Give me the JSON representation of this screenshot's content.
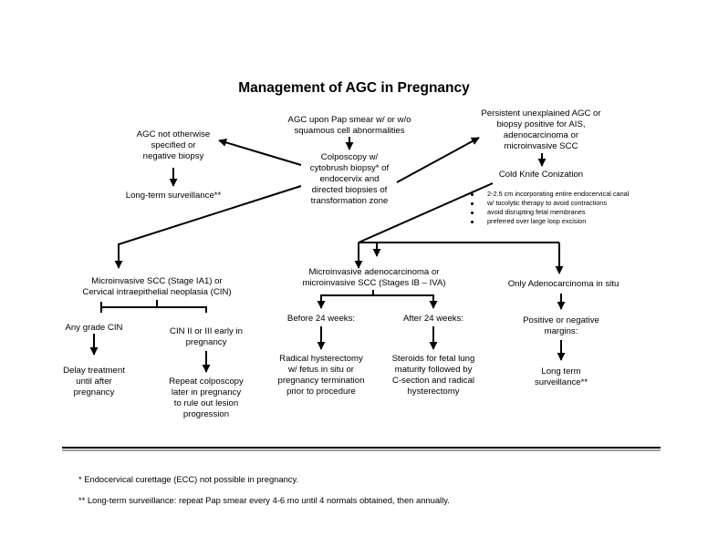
{
  "title": "Management of AGC in Pregnancy",
  "nodes": {
    "agc_pap": "AGC upon Pap smear w/ or w/o\nsquamous cell abnormalities",
    "colposcopy": "Colposcopy w/\ncytobrush biopsy* of\nendocervix and\ndirected biopsies of\ntransformation zone",
    "agc_nos": "AGC not otherwise\nspecified or\nnegative biopsy",
    "surveillance_left": "Long-term surveillance**",
    "persistent": "Persistent unexplained AGC or\nbiopsy positive for AIS,\nadenocarcinoma or\nmicroinvasive SCC",
    "cold_knife": "Cold Knife Conization",
    "microinvasive_scc": "Microinvasive SCC (Stage IA1) or\nCervical intraepithelial neoplasia (CIN)",
    "microinvasive_adeno": "Microinvasive adenocarcinoma or\nmicroinvasive SCC (Stages IB – IVA)",
    "ais_only": "Only Adenocarcinoma in situ",
    "any_cin": "Any grade CIN",
    "cin_2_3": "CIN II or III early in\npregnancy",
    "before_24": "Before 24 weeks:",
    "after_24": "After 24 weeks:",
    "margins": "Positive or negative\nmargins:",
    "delay": "Delay treatment\nuntil after\npregnancy",
    "repeat_colpo": "Repeat colposcopy\nlater in pregnancy\nto rule out lesion\nprogression",
    "radical": "Radical hysterectomy\nw/ fetus in situ or\npregnancy termination\nprior to procedure",
    "steroids": "Steroids for fetal lung\nmaturity followed by\nC-section and radical\nhysterectomy",
    "surveillance_right": "Long term\nsurveillance**"
  },
  "conization_notes": [
    "2-2.5 cm incorporating entire endocervical canal",
    "w/ tocolytic therapy to avoid contractions",
    "avoid disrupting fetal membranes",
    "preferred over large loop excision"
  ],
  "footnotes": {
    "ecc": "* Endocervical curettage (ECC) not possible in pregnancy.",
    "surveillance": "** Long-term surveillance:  repeat Pap smear every 4-6 mo until 4 normals obtained, then annually."
  }
}
